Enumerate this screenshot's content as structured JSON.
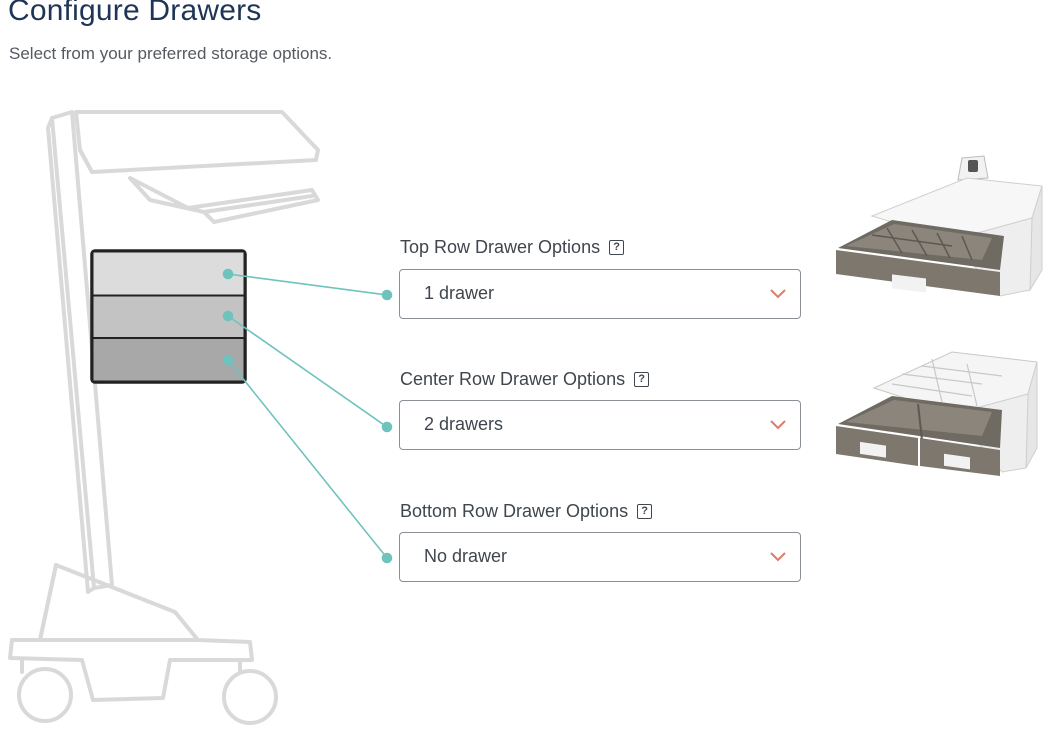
{
  "page": {
    "title": "Configure Drawers",
    "subtitle": "Select from your preferred storage options."
  },
  "icons": {
    "help": "help-icon",
    "dropdown": "chevron-down-icon"
  },
  "help_glyph": "?",
  "colors": {
    "title": "#1f3557",
    "connector": "#6ec3bd",
    "chevron": "#e07a6a",
    "cart_outline": "#d9d9d9"
  },
  "options": {
    "top": {
      "label": "Top Row Drawer Options",
      "value": "1 drawer"
    },
    "center": {
      "label": "Center Row Drawer Options",
      "value": "2 drawers"
    },
    "bottom": {
      "label": "Bottom Row Drawer Options",
      "value": "No drawer"
    }
  }
}
